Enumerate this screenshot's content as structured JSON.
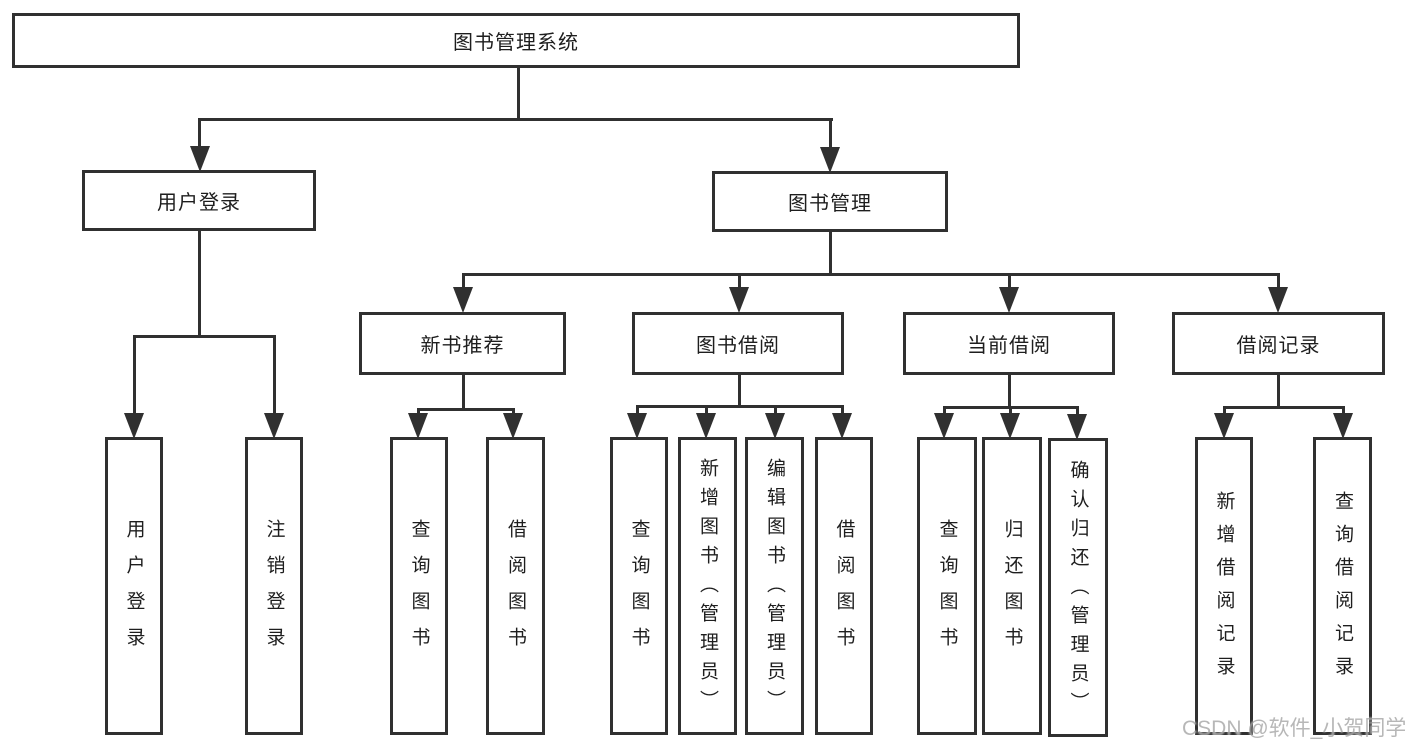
{
  "root": {
    "label": "图书管理系统"
  },
  "level2": {
    "user_login": "用户登录",
    "book_management": "图书管理"
  },
  "level3": {
    "new_books": "新书推荐",
    "book_borrow": "图书借阅",
    "current_borrow": "当前借阅",
    "borrow_records": "借阅记录"
  },
  "leaves": {
    "user_login": [
      "用户登录",
      "注销登录"
    ],
    "new_books": [
      "查询图书",
      "借阅图书"
    ],
    "book_borrow": [
      "查询图书",
      "新增图书（管理员）",
      "编辑图书（管理员）",
      "借阅图书"
    ],
    "current_borrow": [
      "查询图书",
      "归还图书",
      "确认归还（管理员）"
    ],
    "borrow_records": [
      "新增借阅记录",
      "查询借阅记录"
    ]
  },
  "watermark": "CSDN @软件_小贺同学",
  "colors": {
    "line": "#303030",
    "text": "#1e1e1e",
    "box_background": "#ffffff",
    "page_background": "#ffffff",
    "watermark_text": "#b3b3b3"
  }
}
